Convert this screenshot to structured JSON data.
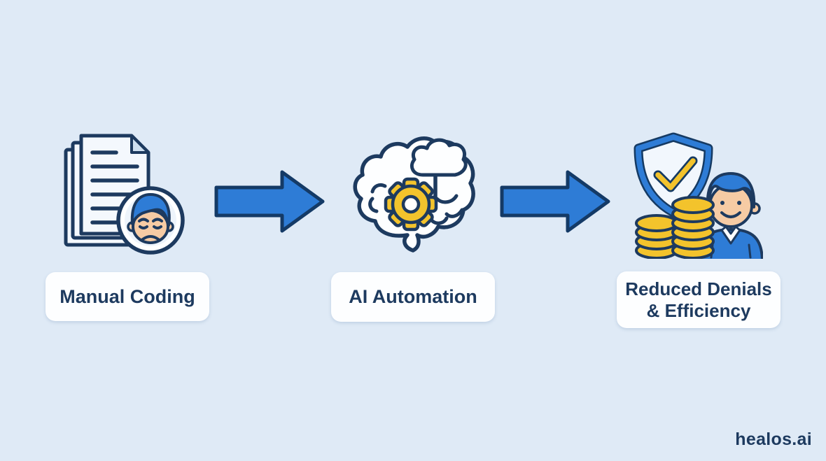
{
  "diagram": {
    "type": "process-flow",
    "steps": [
      {
        "label": "Manual Coding",
        "icon": "documents-sad-face-icon"
      },
      {
        "label": "AI Automation",
        "icon": "brain-gear-cloud-icon"
      },
      {
        "label_line1": "Reduced Denials",
        "label_line2": "& Efficiency",
        "icon": "shield-check-coins-person-icon"
      }
    ],
    "arrow_count": 2
  },
  "brand": {
    "label": "healos.ai"
  },
  "colors": {
    "background": "#dfeaf6",
    "navy": "#1d3a5f",
    "blue": "#2e7cd6",
    "yellow": "#f3c32c",
    "skin": "#f6cba4",
    "card": "#fdfeff",
    "page_fill": "#f4f8fd",
    "fold_fill": "#cfe0f0"
  }
}
